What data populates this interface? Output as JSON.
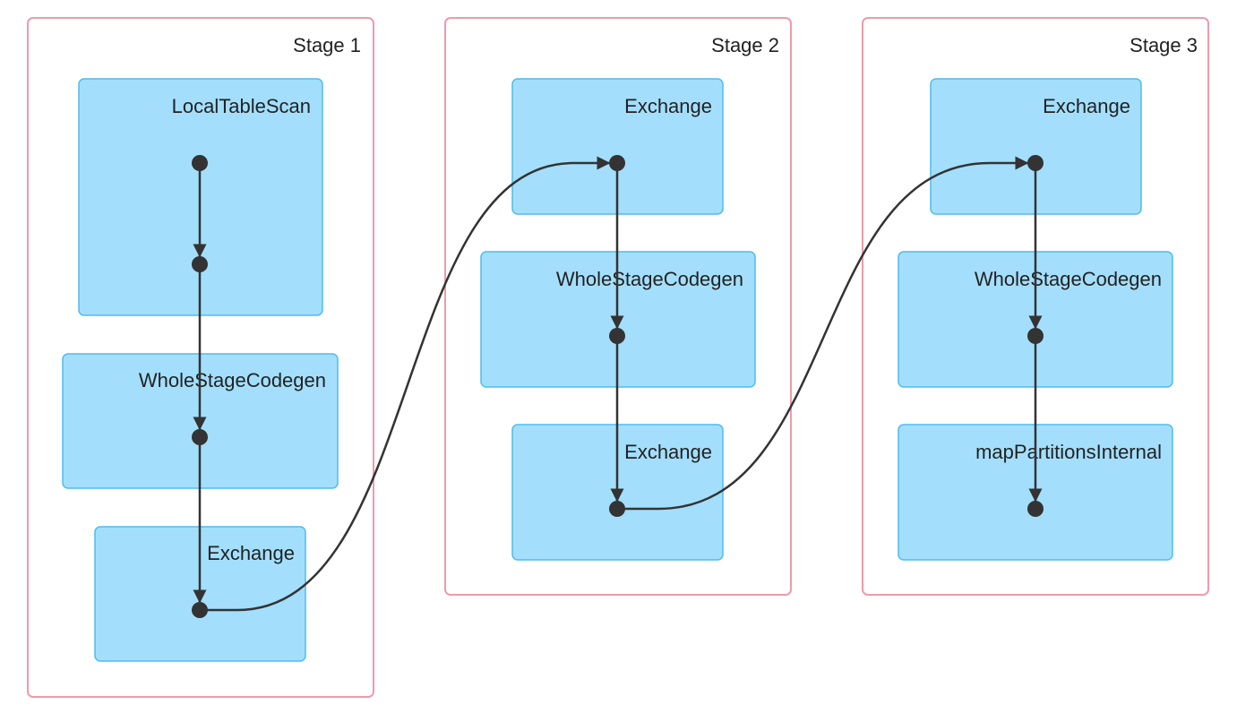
{
  "diagram": {
    "stages": [
      {
        "id": "stage-1",
        "label": "Stage 1",
        "operators": [
          {
            "id": "s1-op1",
            "label": "LocalTableScan"
          },
          {
            "id": "s1-op2",
            "label": "WholeStageCodegen"
          },
          {
            "id": "s1-op3",
            "label": "Exchange"
          }
        ]
      },
      {
        "id": "stage-2",
        "label": "Stage 2",
        "operators": [
          {
            "id": "s2-op1",
            "label": "Exchange"
          },
          {
            "id": "s2-op2",
            "label": "WholeStageCodegen"
          },
          {
            "id": "s2-op3",
            "label": "Exchange"
          }
        ]
      },
      {
        "id": "stage-3",
        "label": "Stage 3",
        "operators": [
          {
            "id": "s3-op1",
            "label": "Exchange"
          },
          {
            "id": "s3-op2",
            "label": "WholeStageCodegen"
          },
          {
            "id": "s3-op3",
            "label": "mapPartitionsInternal"
          }
        ]
      }
    ],
    "colors": {
      "stage_border": "#ef9aab",
      "operator_fill": "#a3dffd",
      "operator_border": "#4fbcef",
      "edge": "#333333",
      "text": "#222222"
    }
  }
}
